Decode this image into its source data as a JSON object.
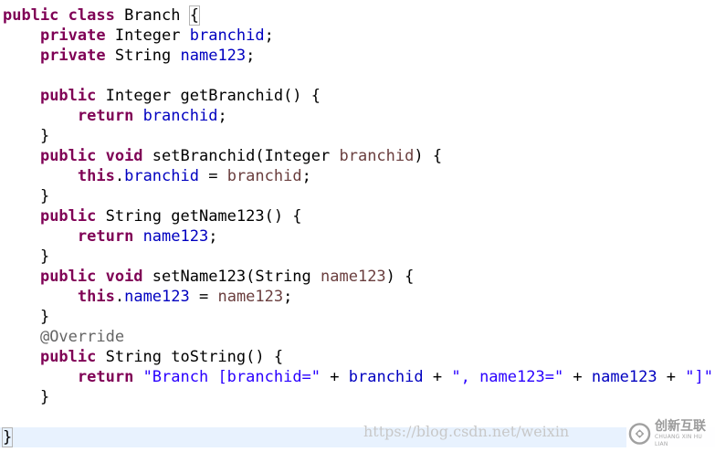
{
  "code": {
    "line1": {
      "t0": "public class",
      "t1": " Branch ",
      "t2": "{"
    },
    "line2": {
      "indent": "    ",
      "t0": "private",
      "t1": " Integer ",
      "t2": "branchid",
      "t3": ";"
    },
    "line3": {
      "indent": "    ",
      "t0": "private",
      "t1": " String ",
      "t2": "name123",
      "t3": ";"
    },
    "line5": {
      "indent": "    ",
      "t0": "public",
      "t1": " Integer getBranchid() {"
    },
    "line6": {
      "indent": "        ",
      "t0": "return",
      "t1": " ",
      "t2": "branchid",
      "t3": ";"
    },
    "line7": {
      "indent": "    ",
      "t0": "}"
    },
    "line8": {
      "indent": "    ",
      "t0": "public void",
      "t1": " setBranchid(Integer ",
      "t2": "branchid",
      "t3": ") {"
    },
    "line9": {
      "indent": "        ",
      "t0": "this",
      "t1": ".",
      "t2": "branchid",
      "t3": " = ",
      "t4": "branchid",
      "t5": ";"
    },
    "line10": {
      "indent": "    ",
      "t0": "}"
    },
    "line11": {
      "indent": "    ",
      "t0": "public",
      "t1": " String getName123() {"
    },
    "line12": {
      "indent": "        ",
      "t0": "return",
      "t1": " ",
      "t2": "name123",
      "t3": ";"
    },
    "line13": {
      "indent": "    ",
      "t0": "}"
    },
    "line14": {
      "indent": "    ",
      "t0": "public void",
      "t1": " setName123(String ",
      "t2": "name123",
      "t3": ") {"
    },
    "line15": {
      "indent": "        ",
      "t0": "this",
      "t1": ".",
      "t2": "name123",
      "t3": " = ",
      "t4": "name123",
      "t5": ";"
    },
    "line16": {
      "indent": "    ",
      "t0": "}"
    },
    "line17": {
      "indent": "    ",
      "t0": "@Override"
    },
    "line18": {
      "indent": "    ",
      "t0": "public",
      "t1": " String toString() {"
    },
    "line19": {
      "indent": "        ",
      "t0": "return",
      "t1": " ",
      "t2": "\"Branch [branchid=\"",
      "t3": " + ",
      "t4": "branchid",
      "t5": " + ",
      "t6": "\", name123=\"",
      "t7": " + ",
      "t8": "name123",
      "t9": " + ",
      "t10": "\"]\"",
      "t11": ";"
    },
    "line20": {
      "indent": "    ",
      "t0": "}"
    },
    "line22": {
      "t0": "}"
    }
  },
  "watermark": {
    "url": "https://blog.csdn.net/weixin",
    "brand_cn": "创新互联",
    "brand_en": "CHUANG XIN HU LIAN"
  },
  "colors": {
    "keyword": "#7f0055",
    "field": "#0000c0",
    "parameter": "#6a3e3e",
    "string": "#2a00ff",
    "annotation": "#646464",
    "current_line": "#e8f2fe"
  }
}
